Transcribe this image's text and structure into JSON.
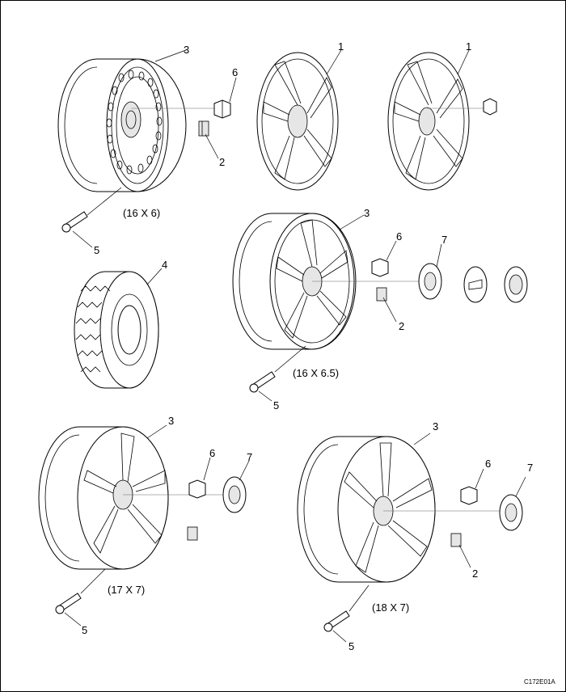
{
  "figure": {
    "code": "C172E01A",
    "sizes": {
      "steel_16": "(16 X 6)",
      "alloy_16": "(16 X 6.5)",
      "alloy_17": "(17 X 7)",
      "alloy_18": "(18 X 7)"
    },
    "callouts": {
      "wheel_cover": "1",
      "lug_nut_cap": "2",
      "wheel": "3",
      "tire": "4",
      "valve_stem": "5",
      "lug_nut": "6",
      "center_cap": "7"
    }
  }
}
